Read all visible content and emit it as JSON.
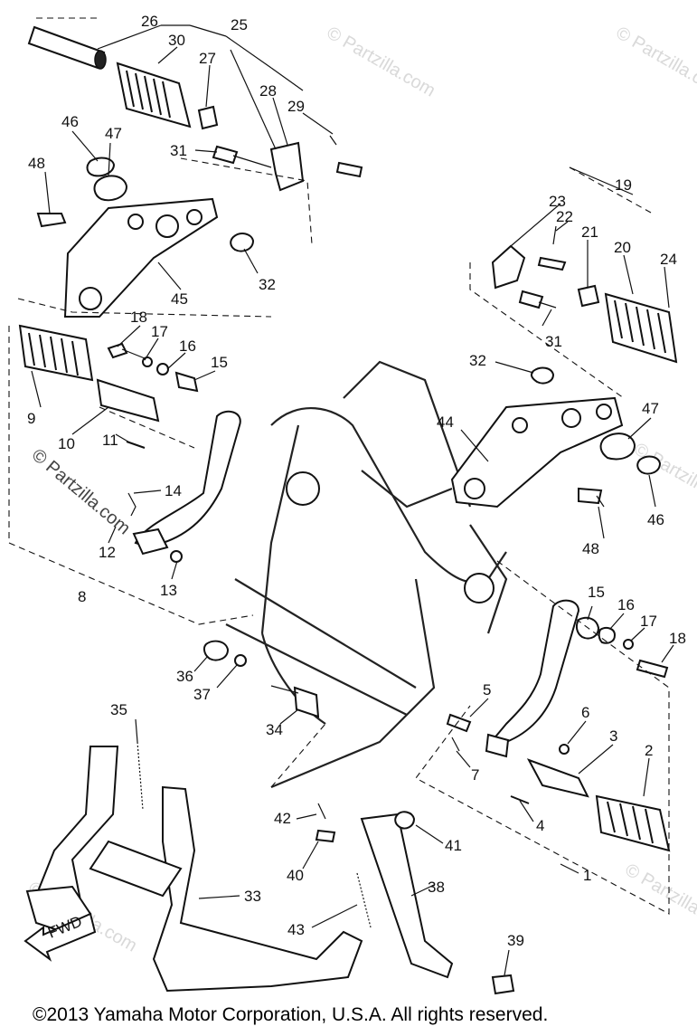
{
  "diagram": {
    "part_numbers": {
      "p1": "1",
      "p2": "2",
      "p3": "3",
      "p4": "4",
      "p5": "5",
      "p6": "6",
      "p7": "7",
      "p8": "8",
      "p9": "9",
      "p10": "10",
      "p11": "11",
      "p12": "12",
      "p13": "13",
      "p14": "14",
      "p15a": "15",
      "p15b": "15",
      "p16a": "16",
      "p16b": "16",
      "p17a": "17",
      "p17b": "17",
      "p18a": "18",
      "p18b": "18",
      "p19": "19",
      "p20": "20",
      "p21": "21",
      "p22": "22",
      "p23": "23",
      "p24": "24",
      "p25": "25",
      "p26": "26",
      "p27": "27",
      "p28": "28",
      "p29": "29",
      "p30": "30",
      "p31a": "31",
      "p31b": "31",
      "p32a": "32",
      "p32b": "32",
      "p33": "33",
      "p34": "34",
      "p35": "35",
      "p36": "36",
      "p37": "37",
      "p38": "38",
      "p39": "39",
      "p40": "40",
      "p41": "41",
      "p42": "42",
      "p43": "43",
      "p44": "44",
      "p45": "45",
      "p46a": "46",
      "p46b": "46",
      "p47a": "47",
      "p47b": "47",
      "p48a": "48",
      "p48b": "48"
    },
    "watermarks": {
      "left": "© Partzilla.com",
      "faint": "© Partzilla.com"
    },
    "fwd_label": "FWD"
  },
  "footer": {
    "copyright": "©2013  Yamaha Motor Corporation, U.S.A. All rights reserved."
  }
}
